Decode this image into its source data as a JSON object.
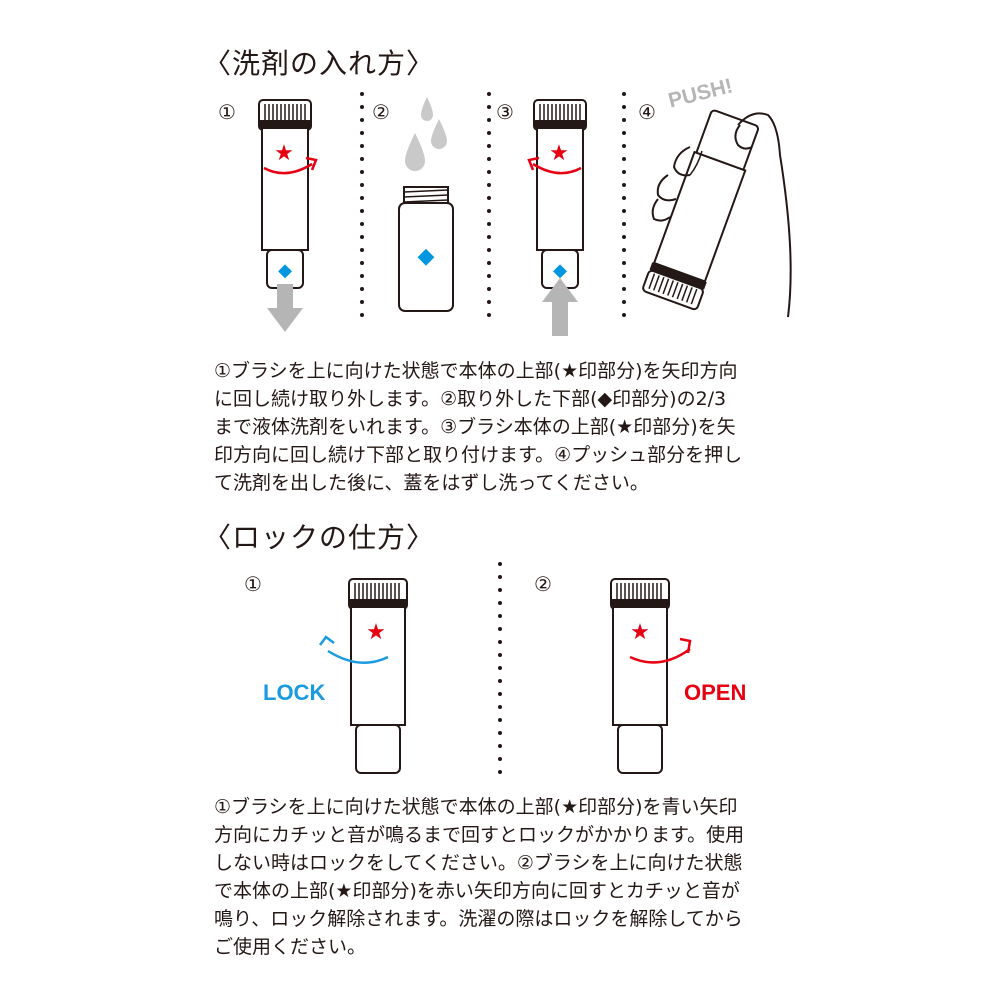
{
  "refill_section": {
    "title": "〈洗剤の入れ方〉",
    "steps": [
      "①",
      "②",
      "③",
      "④"
    ],
    "push_label": "PUSH!",
    "text_lines": [
      "①ブラシを上に向けた状態で本体の上部(★印部分)を矢印方向",
      "に回し続け取り外します。②取り外した下部(◆印部分)の2/3",
      "まで液体洗剤をいれます。③ブラシ本体の上部(★印部分)を矢",
      "印方向に回し続け下部と取り付けます。④プッシュ部分を押し",
      "て洗剤を出した後に、蓋をはずし洗ってください。"
    ]
  },
  "lock_section": {
    "title": "〈ロックの仕方〉",
    "steps": [
      "①",
      "②"
    ],
    "lock_label": "LOCK",
    "open_label": "OPEN",
    "text_lines": [
      "①ブラシを上に向けた状態で本体の上部(★印部分)を青い矢印",
      "方向にカチッと音が鳴るまで回すとロックがかかります。使用",
      "しない時はロックをしてください。②ブラシを上に向けた状態",
      "で本体の上部(★印部分)を赤い矢印方向に回すとカチッと音が",
      "鳴り、ロック解除されます。洗濯の際はロックを解除してから",
      "ご使用ください。"
    ]
  },
  "colors": {
    "star_red": "#e60012",
    "diamond_blue": "#0096e0",
    "lock_blue": "#1a9be0",
    "open_red": "#e60012",
    "arrow_gray": "#b5b5b5",
    "outline": "#231815"
  }
}
